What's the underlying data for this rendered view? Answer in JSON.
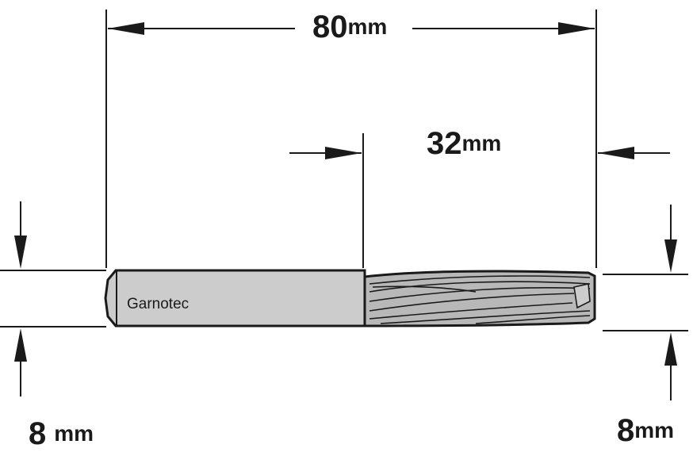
{
  "dimensions": {
    "overall_length": {
      "value": "80",
      "unit": "mm"
    },
    "cutting_length": {
      "value": "32",
      "unit": "mm"
    },
    "shank_diameter": {
      "value": "8",
      "unit": "mm"
    },
    "cutting_diameter": {
      "value": "8",
      "unit": "mm"
    }
  },
  "tool": {
    "brand": "Garnotec",
    "shank_color": "#cccccc",
    "flute_color": "#b8b8b8",
    "outline_color": "#1a1a1a"
  }
}
